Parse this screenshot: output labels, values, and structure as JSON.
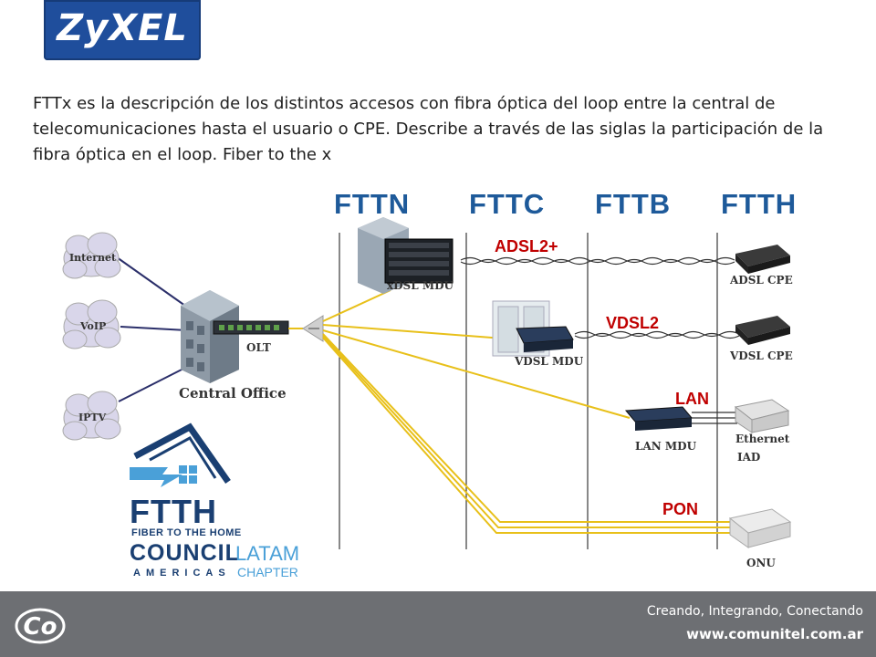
{
  "brand": {
    "logo_text": "ZyXEL",
    "color": "#1f4e9c"
  },
  "intro": "FTTx es la descripción de los distintos accesos con fibra óptica del loop entre la central de telecomunicaciones hasta el usuario o CPE.  Describe a través de las siglas la participación de la fibra óptica en el loop. Fiber to the x",
  "columns": [
    "FTTN",
    "FTTC",
    "FTTB",
    "FTTH"
  ],
  "services": [
    "Internet",
    "VoIP",
    "IPTV"
  ],
  "central": {
    "olt_label": "OLT",
    "office_label": "Central Office"
  },
  "technologies": {
    "adsl": "ADSL2+",
    "vdsl": "VDSL2",
    "lan": "LAN",
    "pon": "PON"
  },
  "devices": {
    "xdsl_mdu": "xDSL MDU",
    "vdsl_mdu": "VDSL MDU",
    "lan_mdu": "LAN MDU",
    "adsl_cpe": "ADSL CPE",
    "vdsl_cpe": "VDSL CPE",
    "ethernet_iad_1": "Ethernet",
    "ethernet_iad_2": "IAD",
    "onu": "ONU"
  },
  "ftth_council": {
    "big": "FTTH",
    "sub": "FIBER TO THE HOME",
    "council": "COUNCIL",
    "latam": "LATAM",
    "americas": "AMERICAS",
    "chapter": "CHAPTER"
  },
  "footer": {
    "logo_text": "Co",
    "slogan": "Creando, Integrando, Conectando",
    "website": "www.comunitel.com.ar"
  },
  "colors": {
    "heading": "#1e5a9a",
    "tech": "#c00000",
    "fiber": "#e8c01a",
    "footer": "#6d6f73"
  }
}
